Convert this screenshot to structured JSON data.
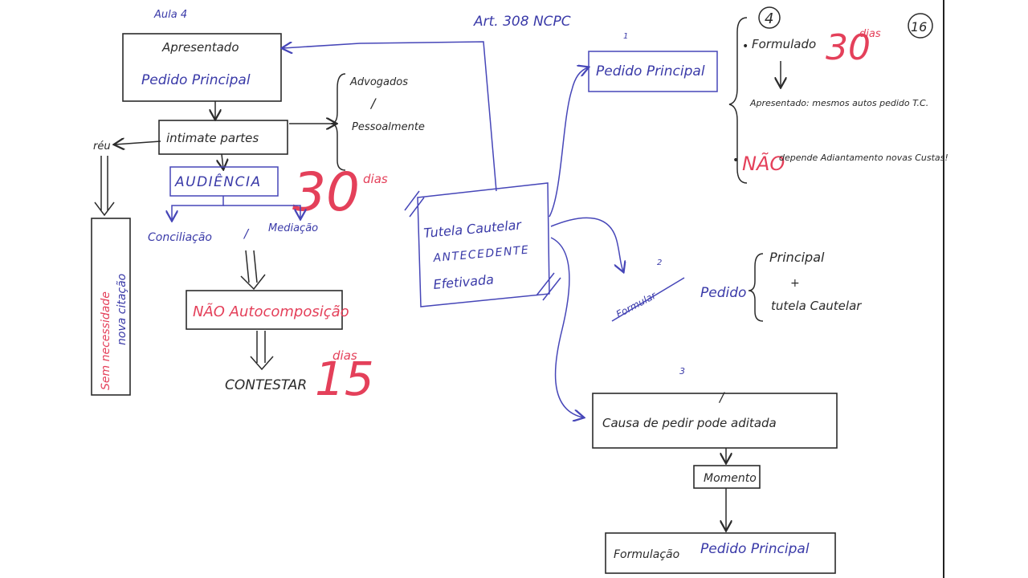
{
  "header": {
    "aula_label": "Aula 4",
    "article_ref": "Art. 308 NCPC",
    "circled_4": "4",
    "circled_16": "16"
  },
  "left_flow": {
    "box_apresentado": "Apresentado",
    "box_pedido_principal": "Pedido Principal",
    "intimate_partes": "intimate partes",
    "advogados": "Advogados",
    "slash": "/",
    "pessoalmente": "Pessoalmente",
    "reu": "réu",
    "audiencia": "AUDIÊNCIA",
    "audiencia_days_number": "30",
    "audiencia_days_unit": "dias",
    "conciliacao": "Conciliação",
    "mediacao": "Mediação",
    "nao_autocomposicao": "NÃO Autocomposição",
    "contestar": "CONTESTAR",
    "contestar_days_number": "15",
    "contestar_days_unit": "dias",
    "vertical_note_red": "Sem necessidade",
    "vertical_note_blue": "nova citação"
  },
  "center": {
    "tutela_line1": "Tutela Cautelar",
    "tutela_line2": "ANTECEDENTE",
    "tutela_line3": "Efetivada"
  },
  "right_top": {
    "number_1": "1",
    "box_pedido_principal": "Pedido Principal",
    "bullet_1_prefix": "Formulado",
    "bullet_1_days_number": "30",
    "bullet_1_days_unit": "dias",
    "bullet_2": "Apresentado: mesmos autos pedido T.C.",
    "bullet_3_nao": "NÃO",
    "bullet_3_rest": "depende Adiantamento novas Custas!"
  },
  "right_middle": {
    "number_2": "2",
    "formular": "Formular",
    "pedido": "Pedido",
    "principal": "Principal",
    "plus": "+",
    "tutela_cautelar": "tutela Cautelar"
  },
  "right_bottom": {
    "number_3": "3",
    "causa_box": "Causa de pedir pode aditada",
    "momento": "Momento",
    "formulacao": "Formulação",
    "pedido_principal": "Pedido Principal"
  },
  "colors": {
    "ink_black": "#2a2a2a",
    "ink_blue": "#3a3aa8",
    "ink_red": "#e4405a"
  }
}
